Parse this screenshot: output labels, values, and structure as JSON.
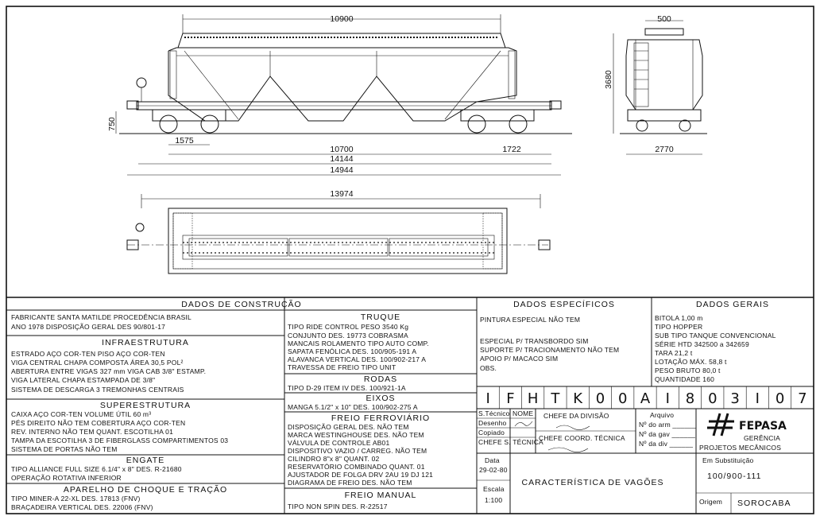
{
  "drawing": {
    "dims": {
      "top_length": "10900",
      "bogie_dist": "1575",
      "inner_length": "10700",
      "overhang": "1722",
      "body_length": "14144",
      "total_length": "14944",
      "height_750": "750",
      "plan_length": "13974",
      "end_500": "500",
      "end_height": "3680",
      "end_width": "2770"
    }
  },
  "construcao": {
    "title": "DADOS DE CONSTRUÇÃO",
    "rows": [
      "FABRICANTE  SANTA MATILDE   PROCEDÊNCIA  BRASIL",
      "ANO  1978   DISPOSIÇÃO GERAL DES  90/801-17"
    ]
  },
  "infra": {
    "title": "INFRAESTRUTURA",
    "rows": [
      "ESTRADO  AÇO COR-TEN     PISO  AÇO COR-TEN",
      "VIGA CENTRAL  CHAPA COMPOSTA    ÁREA  30,5 POL²",
      "ABERTURA ENTRE VIGAS  327 mm   VIGA CAB  3/8\" ESTAMP.",
      "VIGA LATERAL  CHAPA ESTAMPADA DE  3/8\"",
      "SISTEMA DE DESCARGA   3 TREMONHAS CENTRAIS"
    ]
  },
  "super": {
    "title": "SUPERESTRUTURA",
    "rows": [
      "CAIXA  AÇO COR-TEN     VOLUME ÚTIL  60 m³",
      "PÉS DIREITO  NÃO TEM    COBERTURA  AÇO COR-TEN",
      "REV. INTERNO  NÃO TEM     QUANT. ESCOTILHA  01",
      "TAMPA DA ESCOTILHA  3 DE FIBERGLASS  COMPARTIMENTOS  03",
      "SISTEMA DE PORTAS  NÃO TEM"
    ]
  },
  "engate": {
    "title": "ENGATE",
    "rows": [
      "TIPO  ALLIANCE FULL SIZE 6.1/4\" x 8\"    DES.  R-21680",
      "OPERAÇÃO  ROTATIVA INFERIOR"
    ]
  },
  "aparelho": {
    "title": "APARELHO DE CHOQUE E TRAÇÃO",
    "rows": [
      "TIPO  MINER-A 22-XL          DES.  17813 (FNV)",
      "BRAÇADEIRA  VERTICAL          DES.  22006 (FNV)"
    ]
  },
  "truque": {
    "title": "TRUQUE",
    "rows": [
      "TIPO  RIDE CONTROL   PESO  3540 Kg",
      "CONJUNTO DES.  19773 COBRASMA",
      "MANCAIS  ROLAMENTO   TIPO  AUTO COMP.",
      "SAPATA  FENÓLICA      DES. 100/905-191 A",
      "ALAVANCA  VERTICAL    DES. 100/902-217 A",
      "TRAVESSA DE FREIO TIPO  UNIT"
    ]
  },
  "rodas": {
    "title": "RODAS",
    "rows": [
      "TIPO  D-29   ITEM IV          DES. 100/921-1A"
    ]
  },
  "eixos": {
    "title": "EIXOS",
    "rows": [
      "MANGA  5.1/2\" x 10\"         DES. 100/902-275 A"
    ]
  },
  "freio": {
    "title": "FREIO FERROVIÁRIO",
    "rows": [
      "DISPOSIÇÃO GERAL DES.  NÃO TEM",
      "MARCA  WESTINGHOUSE      DES.  NÃO TEM",
      "VÁLVULA DE CONTROLE     AB01",
      "DISPOSITIVO  VAZIO / CARREG.  NÃO TEM",
      "CILINDRO   8\"x 8\"          QUANT.  02",
      "RESERVATÓRIO  COMBINADO     QUANT.  01",
      "AJUSTADOR DE FOLGA  DRV 2AU 19 DJ 121",
      "DIAGRAMA DE FREIO DES.  NÃO TEM"
    ]
  },
  "freio_manual": {
    "title": "FREIO MANUAL",
    "rows": [
      "TIPO  NON SPIN        DES.  R-22517"
    ]
  },
  "especificos": {
    "title": "DADOS ESPECÍFICOS",
    "rows": [
      "PINTURA ESPECIAL   NÃO TEM",
      "",
      "ESPECIAL P/ TRANSBORDO   SIM",
      "SUPORTE P/ TRACIONAMENTO  NÃO TEM",
      "APOIO P/ MACACO   SIM",
      "OBS."
    ]
  },
  "gerais": {
    "title": "DADOS GERAIS",
    "rows": [
      "BITOLA    1,00 m",
      "TIPO     HOPPER",
      "SUB TIPO   TANQUE CONVENCIONAL",
      "SÉRIE    HTD 342500 a 342659",
      "TARA        21,2 t",
      "LOTAÇÃO MÁX.   58,8 t",
      "PESO BRUTO    80,0 t",
      "QUANTIDADE     160"
    ]
  },
  "code": {
    "chars": [
      "I",
      "F",
      "H",
      "T",
      "K",
      "0",
      "0",
      "A",
      "I",
      "8",
      "0",
      "3",
      "I",
      "0",
      "7"
    ]
  },
  "title_block": {
    "sl_tecnico": "S.Técnico",
    "sl_nome": "NOME",
    "desenho": "Desenho",
    "copiado": "Copiado",
    "chefe_s_tecnica": "CHEFE S. TÉCNICA",
    "chefe_divisao": "CHEFE DA DIVISÃO",
    "chefe_coord": "CHEFE COORD. TÉCNICA",
    "arquivo": "Arquivo",
    "no_arm": "Nº do arm ______",
    "no_gav": "Nº da gav ______",
    "no_div": "Nº da div ______",
    "brand": "FEPASA",
    "gerencia": "GERÊNCIA",
    "projetos": "PROJETOS MECÂNICOS",
    "data_label": "Data",
    "data_value": "29-02-80",
    "escala_label": "Escala",
    "escala_value": "1:100",
    "drawing_title": "CARACTERÍSTICA DE VAGÕES",
    "substituicao_label": "Em Substituição",
    "substituicao_value": "100/900-111",
    "origem_label": "Origem",
    "origem_value": "SOROCABA"
  }
}
